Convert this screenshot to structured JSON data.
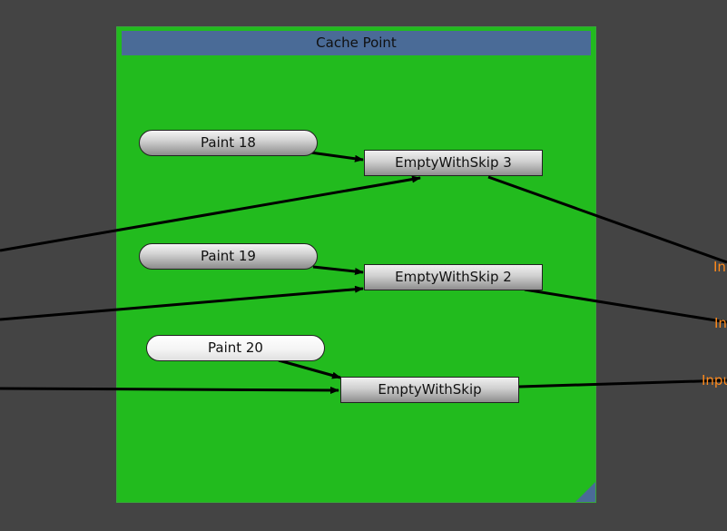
{
  "group": {
    "title": "Cache Point"
  },
  "nodes": {
    "paint_18": "Paint 18",
    "paint_19": "Paint 19",
    "paint_20": "Paint 20",
    "skip_3": "EmptyWithSkip 3",
    "skip_2": "EmptyWithSkip 2",
    "skip_1": "EmptyWithSkip"
  },
  "ports": {
    "input_a": "In",
    "input_b": "In",
    "input_c": "Inpu"
  },
  "colors": {
    "background": "#444444",
    "group_fill": "#22bb1e",
    "group_header": "#4a6b97",
    "wire": "#000000",
    "port_label": "#ff8a1c"
  }
}
